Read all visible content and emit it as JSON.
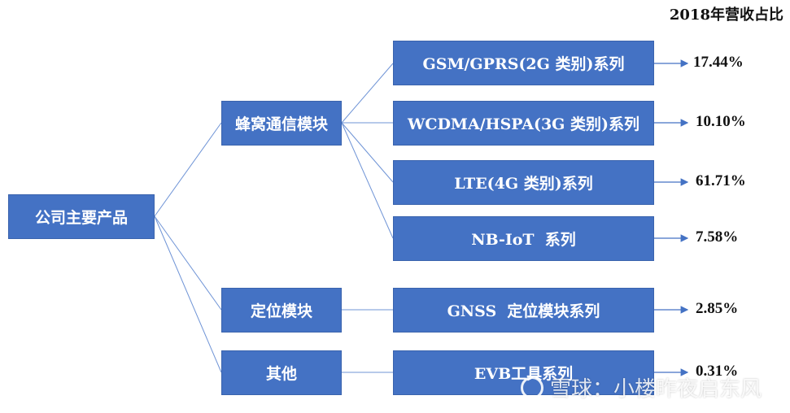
{
  "header": "2018年营收占比",
  "root": "公司主要产品",
  "categories": [
    {
      "label": "蜂窝通信模块",
      "items": [
        {
          "label": "GSM/GPRS(2G 类别)系列",
          "pct": "17.44%"
        },
        {
          "label": "WCDMA/HSPA(3G 类别)系列",
          "pct": "10.10%"
        },
        {
          "label": "LTE(4G 类别)系列",
          "pct": "61.71%"
        },
        {
          "label": "NB-IoT  系列",
          "pct": "7.58%"
        }
      ]
    },
    {
      "label": "定位模块",
      "items": [
        {
          "label": "GNSS  定位模块系列",
          "pct": "2.85%"
        }
      ]
    },
    {
      "label": "其他",
      "items": [
        {
          "label": "EVB工具系列",
          "pct": "0.31%"
        }
      ]
    }
  ],
  "watermark": "雪球：小楼昨夜启东风",
  "colors": {
    "box": "#4472C4",
    "line": "#6f94d6",
    "arrow": "#4472C4"
  }
}
